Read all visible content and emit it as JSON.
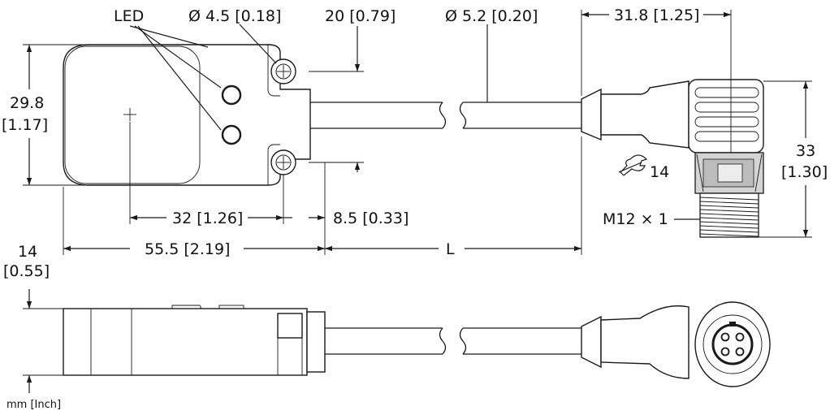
{
  "labels": {
    "led": "LED",
    "hole_dia": "Ø 4.5 [0.18]",
    "hole_offset": "20 [0.79]",
    "cable_dia": "Ø 5.2 [0.20]",
    "conn_len": "31.8 [1.25]",
    "height_mm": "29.8",
    "height_in": "[1.17]",
    "hole_spacing": "32 [1.26]",
    "hole_edge": "8.5 [0.33]",
    "body_len": "55.5 [2.19]",
    "cable_len": "L",
    "conn_h_mm": "33",
    "conn_h_in": "[1.30]",
    "wrench": "14",
    "thread": "M12 × 1",
    "thick_mm": "14",
    "thick_in": "[0.55]",
    "units": "mm [Inch]"
  }
}
